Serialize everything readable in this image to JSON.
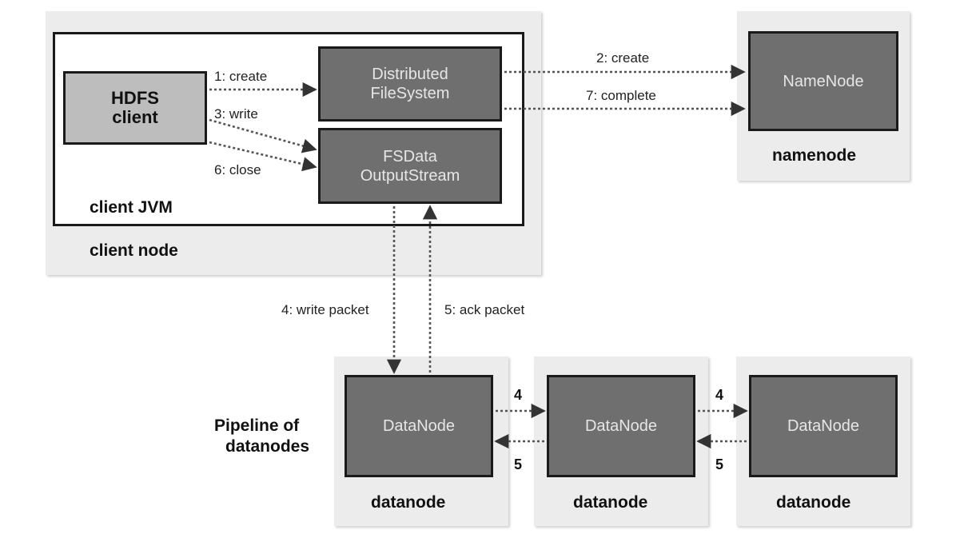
{
  "client_node": {
    "label": "client node",
    "jvm_label": "client JVM",
    "hdfs_client": [
      "HDFS",
      "client"
    ],
    "distributed_fs": [
      "Distributed",
      "FileSystem"
    ],
    "output_stream": [
      "FSData",
      "OutputStream"
    ]
  },
  "namenode": {
    "box": "NameNode",
    "label": "namenode"
  },
  "pipeline_label": [
    "Pipeline of",
    "datanodes"
  ],
  "datanodes": [
    {
      "box": "DataNode",
      "label": "datanode"
    },
    {
      "box": "DataNode",
      "label": "datanode"
    },
    {
      "box": "DataNode",
      "label": "datanode"
    }
  ],
  "edges": {
    "create1": "1: create",
    "create2": "2: create",
    "write3": "3: write",
    "write_packet4": "4: write packet",
    "ack_packet5": "5: ack packet",
    "close6": "6: close",
    "complete7": "7: complete",
    "fwd_a": "4",
    "back_a": "5",
    "fwd_b": "4",
    "back_b": "5"
  }
}
